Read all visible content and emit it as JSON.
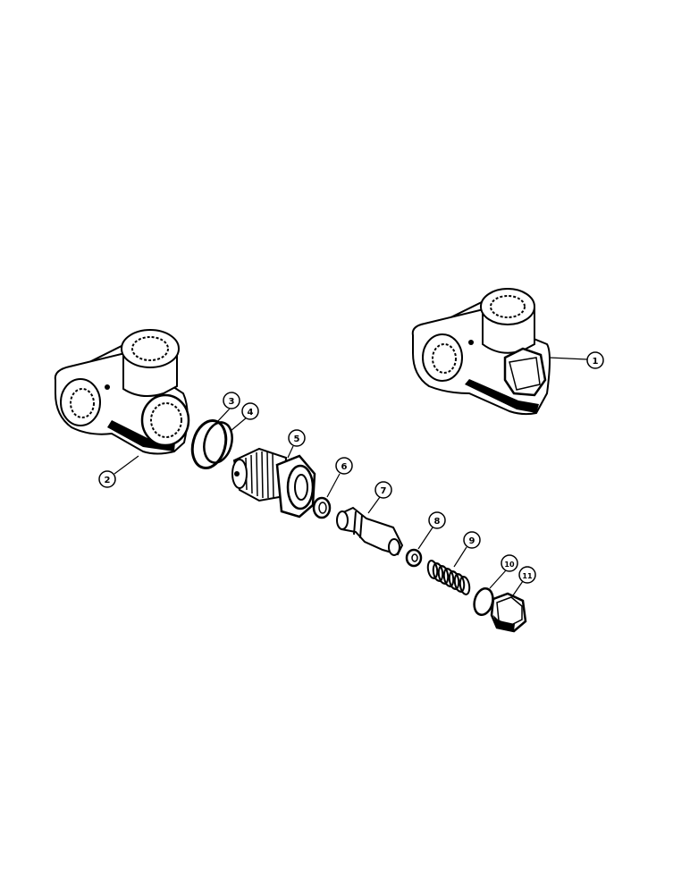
{
  "colors": {
    "ink": "#000000",
    "paper": "#ffffff",
    "shade": "#1a1a1a"
  },
  "callouts": [
    {
      "id": "1",
      "label": "1"
    },
    {
      "id": "2",
      "label": "2"
    },
    {
      "id": "3",
      "label": "3"
    },
    {
      "id": "4",
      "label": "4"
    },
    {
      "id": "5",
      "label": "5"
    },
    {
      "id": "6",
      "label": "6"
    },
    {
      "id": "7",
      "label": "7"
    },
    {
      "id": "8",
      "label": "8"
    },
    {
      "id": "9",
      "label": "9"
    },
    {
      "id": "10",
      "label": "10"
    },
    {
      "id": "11",
      "label": "11"
    }
  ]
}
